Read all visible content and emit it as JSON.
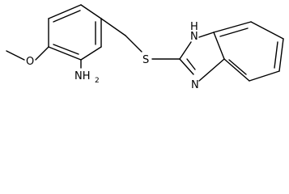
{
  "molecule": {
    "labels": {
      "sulfur": "S",
      "imidazole_nh": "H",
      "imidazole_nh_n": "N",
      "imidazole_n": "N",
      "amine_n": "NH",
      "amine_sub": "2",
      "oxygen": "O"
    }
  }
}
